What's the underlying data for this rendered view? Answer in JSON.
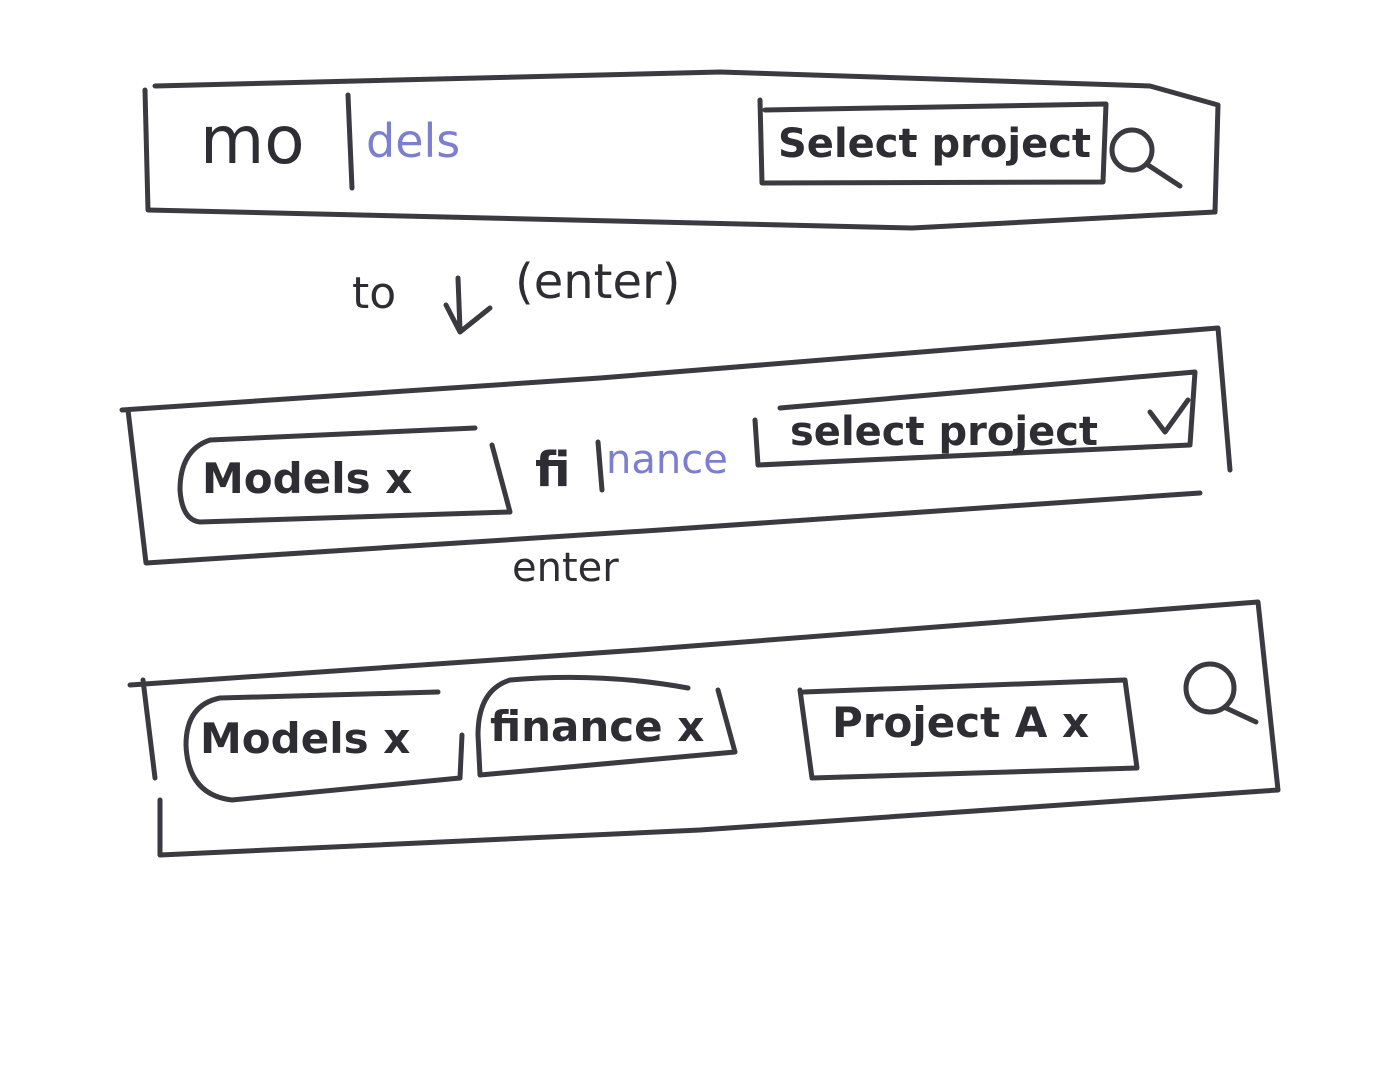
{
  "states": [
    {
      "typed": "mo",
      "suggestion": "dels",
      "project_select": "Select project",
      "search_icon": "search-icon"
    },
    {
      "chips": [
        "Models x"
      ],
      "typed": "fi",
      "suggestion": "nance",
      "project_select": "select project",
      "dropdown_icon": "chevron-down-icon"
    },
    {
      "chips": [
        "Models x",
        "finance x"
      ],
      "project_chip": "Project A x",
      "search_icon": "search-icon"
    }
  ],
  "transitions": [
    {
      "label_pre": "to",
      "label_post": "(enter)",
      "icon": "arrow-down-icon"
    },
    {
      "label": "enter"
    }
  ]
}
